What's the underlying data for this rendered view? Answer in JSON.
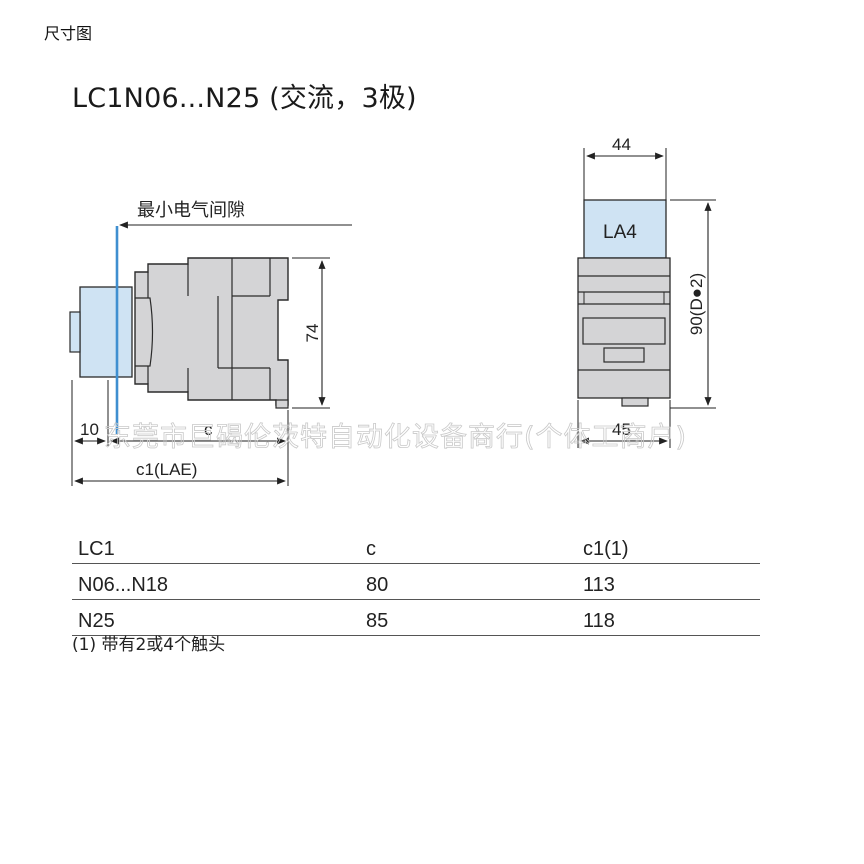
{
  "header": {
    "page_label": "尺寸图",
    "title": "LC1N06...N25 (交流，3极)"
  },
  "diagram": {
    "side_view": {
      "clearance_label": "最小电气间隙",
      "dim_height": "74",
      "dim_offset": "10",
      "dim_c": "c",
      "dim_c1": "c1(LAE)"
    },
    "front_view": {
      "dim_width_top": "44",
      "block_label": "LA4",
      "dim_height": "90(D●2)",
      "dim_width_bottom": "45"
    },
    "watermark": "东莞市巨碣伦茨特自动化设备商行(个体工商户)"
  },
  "table": {
    "headers": [
      "LC1",
      "c",
      "c1(1)"
    ],
    "rows": [
      [
        "N06...N18",
        "80",
        "113"
      ],
      [
        "N25",
        "85",
        "118"
      ]
    ]
  },
  "footnote": "(1) 带有2或4个触头",
  "colors": {
    "body_gray": "#d4d4d6",
    "line_dark": "#2b2b2b",
    "accent_blue_fill": "#cfe3f3",
    "accent_blue_line": "#3f8fd0"
  }
}
